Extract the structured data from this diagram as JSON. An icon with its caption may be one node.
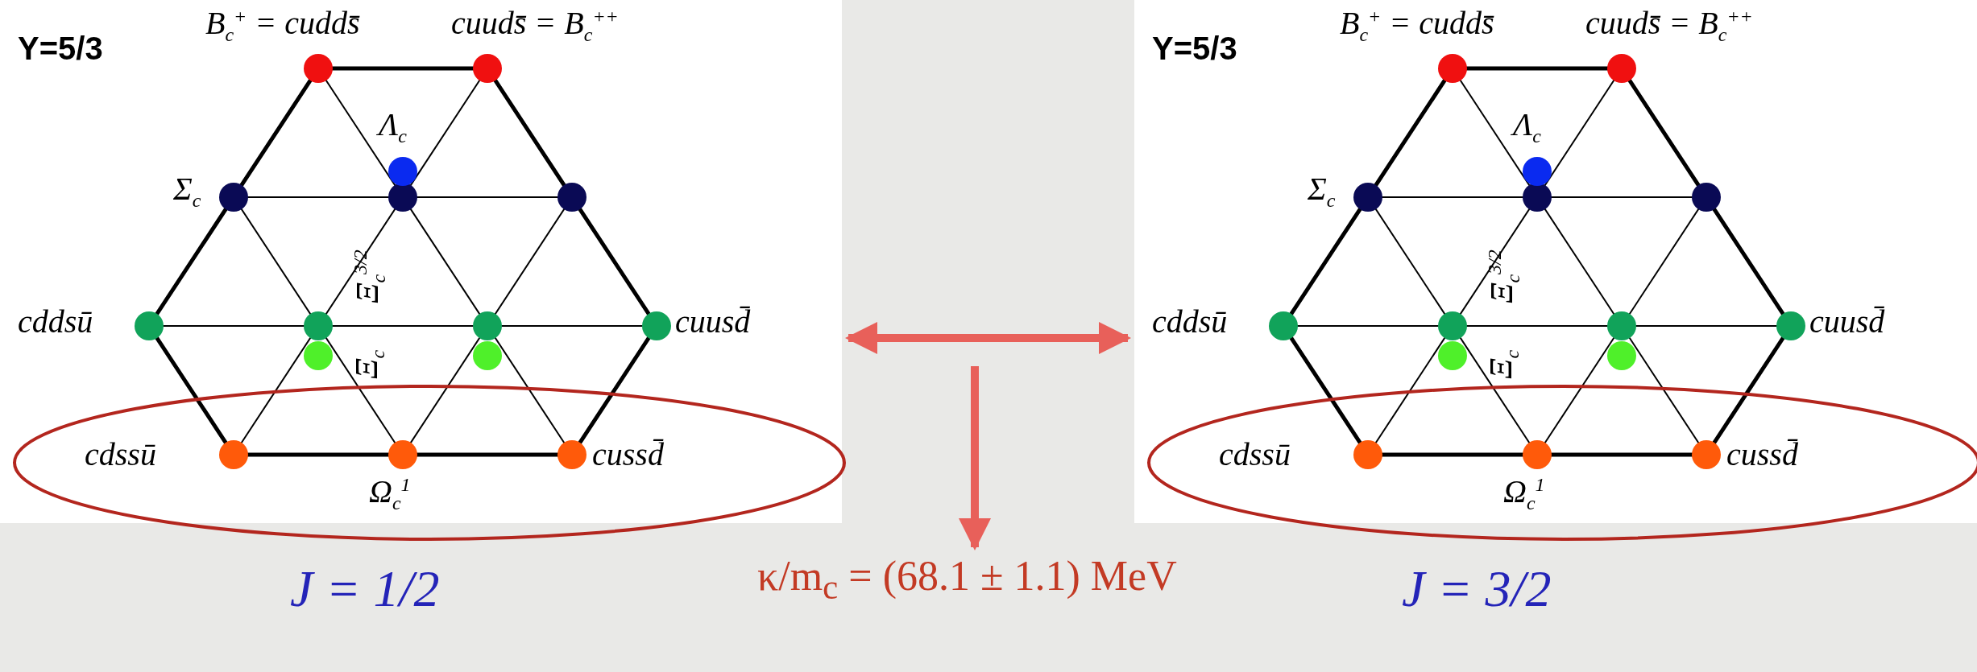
{
  "diagram": {
    "nodes": [
      {
        "text": [
          "Y=5/3",
          "B$_{c}$$^{+}$ = cudds̄",
          "cuuds̄ = B$_{c}$$^{++}$",
          "Λ$_{c}$",
          "Σ$_{c}$",
          "cddsū",
          "Ξ$_{c}$$^{3/2}$",
          "Ξ$_{c}$",
          "cuusd̄",
          "cdssū",
          "Ω$_{c}$$^{1}$",
          "cussd̄"
        ],
        "beside": [
          "J = 1/2"
        ]
      },
      {
        "text": [
          "Y=5/3",
          "B$_{c}$$^{+}$ = cudds̄",
          "cuuds̄ = B$_{c}$$^{++}$",
          "Λ$_{c}$",
          "Σ$_{c}$",
          "cddsū",
          "Ξ$_{c}$$^{3/2}$",
          "Ξ$_{c}$",
          "cuusd̄",
          "cdssū",
          "Ω$_{c}$$^{1}$",
          "cussd̄"
        ],
        "beside": [
          "J = 3/2"
        ]
      },
      {
        "text": [
          "κ/m$_{c}$ = (68.1 ± 1.1) MeV"
        ]
      }
    ],
    "edges": [
      {
        "from": 0,
        "to": 1,
        "arrow": "both"
      },
      {
        "from": null,
        "to": 2,
        "arrow": "to"
      }
    ]
  }
}
